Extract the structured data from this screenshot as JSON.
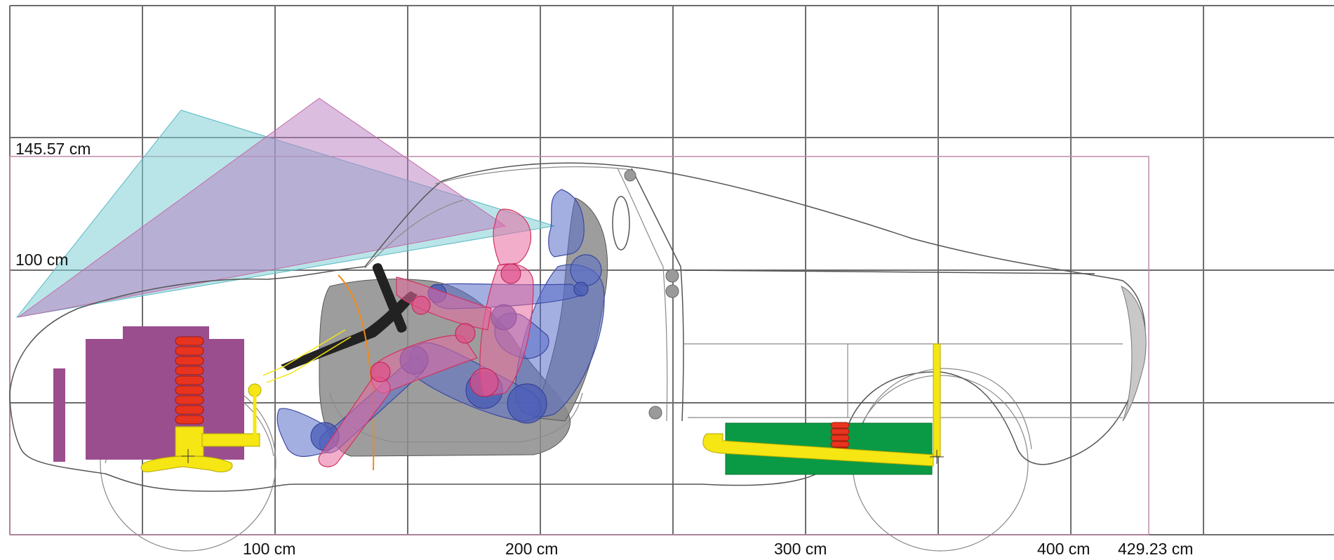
{
  "labels": {
    "height_total": "145.57 cm",
    "height_100": "100 cm",
    "x_100": "100 cm",
    "x_200": "200 cm",
    "x_300": "300 cm",
    "x_400": "400 cm",
    "length_total": "429.23 cm"
  },
  "colors": {
    "grid": "#6d6d6d",
    "bounding_box": "#c08aa8",
    "view_cone_cyan": "#7fcfd6",
    "view_cone_magenta": "#c98cc4",
    "battery": "#9a4e8e",
    "spring": "#e8341e",
    "suspension": "#f5e614",
    "rear_pack": "#0a9a45",
    "seat": "#8c8c8c",
    "steering": "#222222",
    "dummy_large": "#5a6ec8",
    "dummy_small": "#e86aa0"
  }
}
